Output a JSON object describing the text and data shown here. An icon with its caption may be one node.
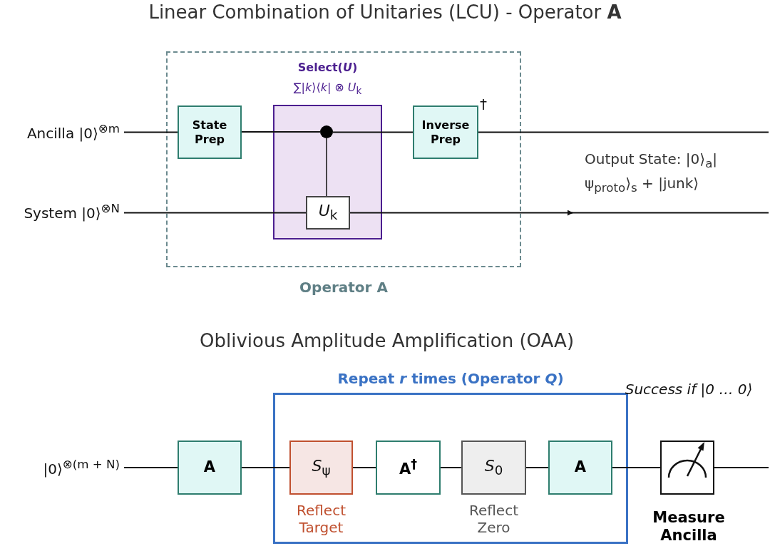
{
  "diagram": {
    "title": "Linear Combination of Unitaries (LCU) - Operator **A**",
    "nodes": [
      {
        "text": [
          "Ancilla |0⟩$^{⊗m}$"
        ]
      },
      {
        "text": [
          "System |0⟩$^{⊗N}$"
        ]
      },
      {
        "text": [
          "Operator A"
        ]
      },
      {
        "text": [
          "State Prep"
        ],
        "in": 2
      },
      {
        "text": [
          "Select(*U*)",
          "∑|*k*⟩⟨*k*| ⊗ *U*$_{k}$"
        ],
        "in": 2
      },
      {
        "text": [],
        "shape": "circle",
        "in": 4
      },
      {
        "text": [
          "*U*$_{k}$"
        ],
        "in": 4
      },
      {
        "text": [
          "Inverse Prep"
        ],
        "in": 2,
        "beside": [
          "†"
        ]
      },
      {
        "text": [
          "|0⟩$^{⊗(m + N)}$"
        ]
      },
      {
        "text": [
          "A"
        ]
      },
      {
        "text": [
          "Repeat *r* times (Operator *Q*)"
        ]
      },
      {
        "text": [
          "*S*$_{ψ}$"
        ],
        "in": 10,
        "beside": [
          "Reflect Target"
        ]
      },
      {
        "text": [
          "A$^{†}$"
        ],
        "in": 10
      },
      {
        "text": [
          "*S*$_{0}$"
        ],
        "in": 10,
        "beside": [
          "Reflect Zero"
        ]
      },
      {
        "text": [
          "A"
        ],
        "in": 10
      },
      {
        "text": [],
        "shape": "box",
        "beside": [
          "Success if |0 … 0⟩",
          "Measure Ancilla"
        ]
      }
    ],
    "edges": [
      {
        "from": 0,
        "to": 3,
        "arrow": "none"
      },
      {
        "from": 3,
        "to": 5,
        "arrow": "none"
      },
      {
        "from": 5,
        "to": 7,
        "arrow": "none"
      },
      {
        "from": 7,
        "to": null,
        "arrow": "none"
      },
      {
        "from": 5,
        "to": 6,
        "arrow": "none"
      },
      {
        "from": 1,
        "to": 6,
        "arrow": "none"
      },
      {
        "from": 6,
        "to": null,
        "arrow": "to"
      },
      {
        "from": 8,
        "to": 9,
        "arrow": "none"
      },
      {
        "from": 9,
        "to": 11,
        "arrow": "none"
      },
      {
        "from": 11,
        "to": 12,
        "arrow": "none"
      },
      {
        "from": 12,
        "to": 13,
        "arrow": "none"
      },
      {
        "from": 13,
        "to": 14,
        "arrow": "none"
      },
      {
        "from": 14,
        "to": 15,
        "arrow": "none"
      },
      {
        "from": 15,
        "to": null,
        "arrow": "none"
      }
    ],
    "labels": [
      "Output State: |0⟩$_{a}$|ψ$_{proto}$⟩$_{s}$ + |junk⟩",
      "Oblivious Amplitude Amplification (OAA)"
    ]
  }
}
